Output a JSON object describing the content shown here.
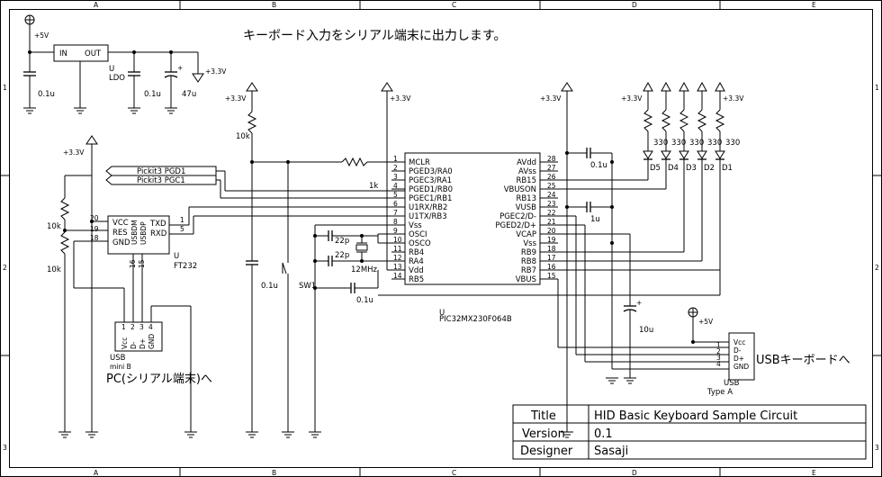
{
  "frame": {
    "cols": [
      "A",
      "B",
      "C",
      "D",
      "E"
    ],
    "rows": [
      "1",
      "2",
      "3"
    ]
  },
  "heading": "キーボード入力をシリアル端末に出力します。",
  "power": {
    "p5v_label": "+5V",
    "p33_label": "+3.3V",
    "ldo_in": "IN",
    "ldo_out": "OUT",
    "ldo_ref": "U",
    "ldo_name": "LDO",
    "c1": "0.1u",
    "c2": "0.1u",
    "c3": "47u"
  },
  "ft232": {
    "ref": "U",
    "name": "FT232",
    "pins_left": [
      {
        "num": "20",
        "name": "VCC"
      },
      {
        "num": "19",
        "name": "RES"
      },
      {
        "num": "18",
        "name": "GND"
      }
    ],
    "pins_right": [
      {
        "num": "1",
        "name": "TXD"
      },
      {
        "num": "5",
        "name": "RXD"
      }
    ],
    "pins_bottom": [
      {
        "num": "16",
        "name": "USBDM"
      },
      {
        "num": "15",
        "name": "USBDP"
      }
    ],
    "r1": "10k",
    "r2": "10k",
    "vcc_label": "+3.3V"
  },
  "usb_mini": {
    "ref": "USB",
    "name": "mini B",
    "pins": [
      "Vcc",
      "D-",
      "D+",
      "GND"
    ],
    "pin_nums": [
      "1",
      "2",
      "3",
      "4"
    ],
    "caption": "PC(シリアル端末)へ"
  },
  "pickit": {
    "pgd": "Pickit3 PGD1",
    "pgc": "Pickit3 PGC1"
  },
  "mclr": {
    "r_pullup": "10k",
    "r_series": "1k",
    "cap": "0.1u",
    "sw": "SW1",
    "vcc_label": "+3.3V"
  },
  "pic": {
    "ref": "U",
    "name": "PIC32MX230F064B",
    "left": [
      {
        "num": "1",
        "name": "MCLR"
      },
      {
        "num": "2",
        "name": "PGED3/RA0"
      },
      {
        "num": "3",
        "name": "PGEC3/RA1"
      },
      {
        "num": "4",
        "name": "PGED1/RB0"
      },
      {
        "num": "5",
        "name": "PGEC1/RB1"
      },
      {
        "num": "6",
        "name": "U1RX/RB2"
      },
      {
        "num": "7",
        "name": "U1TX/RB3"
      },
      {
        "num": "8",
        "name": "Vss"
      },
      {
        "num": "9",
        "name": "OSCI"
      },
      {
        "num": "10",
        "name": "OSCO"
      },
      {
        "num": "11",
        "name": "RB4"
      },
      {
        "num": "12",
        "name": "RA4"
      },
      {
        "num": "13",
        "name": "Vdd"
      },
      {
        "num": "14",
        "name": "RB5"
      }
    ],
    "right": [
      {
        "num": "28",
        "name": "AVdd"
      },
      {
        "num": "27",
        "name": "AVss"
      },
      {
        "num": "26",
        "name": "RB15"
      },
      {
        "num": "25",
        "name": "VBUSON"
      },
      {
        "num": "24",
        "name": "RB13"
      },
      {
        "num": "23",
        "name": "VUSB"
      },
      {
        "num": "22",
        "name": "PGEC2/D-"
      },
      {
        "num": "21",
        "name": "PGED2/D+"
      },
      {
        "num": "20",
        "name": "VCAP"
      },
      {
        "num": "19",
        "name": "Vss"
      },
      {
        "num": "18",
        "name": "RB9"
      },
      {
        "num": "17",
        "name": "RB8"
      },
      {
        "num": "16",
        "name": "RB7"
      },
      {
        "num": "15",
        "name": "VBUS"
      }
    ],
    "vcc_label": "+3.3V"
  },
  "osc": {
    "c1": "22p",
    "c2": "22p",
    "xtal": "12MHz",
    "vcap_cap": "0.1u"
  },
  "decoupling": {
    "avdd_cap": "0.1u",
    "vusb_cap": "1u",
    "vcap_cap": "10u",
    "vcc_label": "+3.3V"
  },
  "leds": {
    "vcc_label": "+3.3V",
    "resistor": "330",
    "names": [
      "D5",
      "D4",
      "D3",
      "D2",
      "D1"
    ]
  },
  "usb_a": {
    "vcc_label": "+5V",
    "ref": "USB",
    "name": "Type A",
    "pins": [
      "Vcc",
      "D-",
      "D+",
      "GND"
    ],
    "pin_nums": [
      "1",
      "2",
      "3",
      "4"
    ],
    "caption": "USBキーボードへ"
  },
  "title_block": {
    "rows": [
      {
        "label": "Title",
        "value": "HID Basic Keyboard Sample Circuit"
      },
      {
        "label": "Version",
        "value": "0.1"
      },
      {
        "label": "Designer",
        "value": "Sasaji"
      }
    ]
  }
}
